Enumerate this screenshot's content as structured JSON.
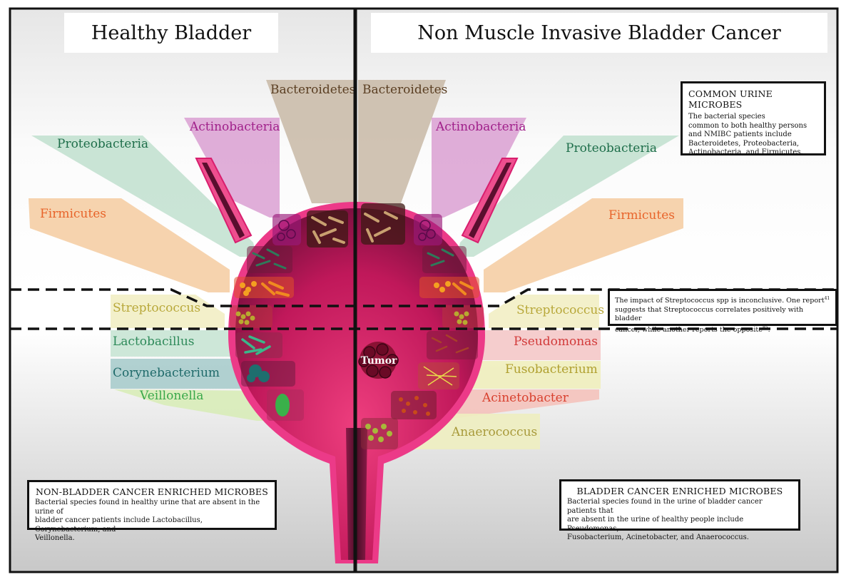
{
  "titles": {
    "left": "Healthy Bladder",
    "right": "Non Muscle Invasive Bladder Cancer"
  },
  "labels": {
    "bacteroidetes": "Bacteroidetes",
    "actinobacteria": "Actinobacteria",
    "proteobacteria": "Proteobacteria",
    "firmicutes": "Firmicutes",
    "streptococcus": "Streptococcus",
    "lactobacillus": "Lactobacillus",
    "corynebacterium": "Corynebacterium",
    "veillonella": "Veillonella",
    "pseudomonas": "Pseudomonas",
    "fusobacterium": "Fusobacterium",
    "acinetobacter": "Acinetobacter",
    "anaerococcus": "Anaerococcus",
    "tumor": "Tumor"
  },
  "boxes": {
    "common": {
      "title": "COMMON URINE MICROBES",
      "lines": [
        "The bacterial species",
        "common to both healthy persons",
        "and NMIBC patients include",
        "Bacteroidetes, Proteobacteria,",
        "Actinobacteria, and Firmicutes."
      ]
    },
    "strep": {
      "lines": [
        "The impact of Streptococcus spp is inconclusive. One report",
        "suggests that Streptococcus correlates positively with bladder",
        "cancer, while another reports the opposite"
      ],
      "ref1": "41",
      "ref2": "85"
    },
    "non_cancer": {
      "title": "NON-BLADDER CANCER ENRICHED MICROBES",
      "lines": [
        "Bacterial species found in healthy urine that are absent in the urine of",
        "bladder cancer patients include Lactobacillus, Corynebacterium, and",
        "Veillonella."
      ]
    },
    "cancer": {
      "title": "BLADDER CANCER ENRICHED MICROBES",
      "lines": [
        "Bacterial species found in the urine of bladder cancer patients that",
        "are absent in the urine of healthy people include Pseudomonas,",
        "Fusobacterium, Acinetobacter, and Anaerococcus."
      ]
    }
  },
  "colors": {
    "bacteroidetes": "#5a3e22",
    "actinobacteria": "#a0208a",
    "proteobacteria": "#1e6e4a",
    "firmicutes": "#e8642a",
    "streptococcus": "#b8a83a",
    "lactobacillus": "#2e8a5a",
    "corynebacterium": "#1f6a6a",
    "veillonella": "#39a84a",
    "pseudomonas": "#d23a3a",
    "fusobacterium": "#b0a030",
    "acinetobacter": "#d8402e",
    "anaerococcus": "#a89a3a",
    "bladder": "#c41e5c"
  }
}
